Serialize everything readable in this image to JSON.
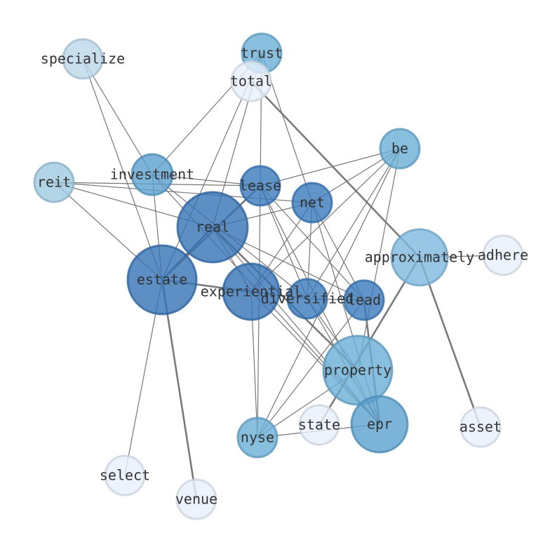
{
  "graph": {
    "nodes": [
      {
        "id": "specialize",
        "label": "specialize",
        "color": "#bcd7ea",
        "opacity": 0.8
      },
      {
        "id": "trust",
        "label": "trust",
        "color": "#6aaed6",
        "opacity": 0.8
      },
      {
        "id": "total",
        "label": "total",
        "color": "#e8f0fb",
        "opacity": 0.8
      },
      {
        "id": "be",
        "label": "be",
        "color": "#6aaed6",
        "opacity": 0.8
      },
      {
        "id": "reit",
        "label": "reit",
        "color": "#9ecae1",
        "opacity": 0.8
      },
      {
        "id": "investment",
        "label": "investment",
        "color": "#5aa0d0",
        "opacity": 0.8
      },
      {
        "id": "lease",
        "label": "lease",
        "color": "#3a7bbd",
        "opacity": 0.8
      },
      {
        "id": "net",
        "label": "net",
        "color": "#3a7bbd",
        "opacity": 0.8
      },
      {
        "id": "real",
        "label": "real",
        "color": "#3572b5",
        "opacity": 0.8
      },
      {
        "id": "approximately",
        "label": "approximately",
        "color": "#7eb8df",
        "opacity": 0.8
      },
      {
        "id": "adhere",
        "label": "adhere",
        "color": "#e8f0fb",
        "opacity": 0.8
      },
      {
        "id": "estate",
        "label": "estate",
        "color": "#3572b5",
        "opacity": 0.8
      },
      {
        "id": "experiential",
        "label": "experiential",
        "color": "#3572b5",
        "opacity": 0.8
      },
      {
        "id": "diversified",
        "label": "diversified",
        "color": "#3a7bbd",
        "opacity": 0.8
      },
      {
        "id": "lead",
        "label": "lead",
        "color": "#3a7bbd",
        "opacity": 0.8
      },
      {
        "id": "property",
        "label": "property",
        "color": "#6aaed6",
        "opacity": 0.8
      },
      {
        "id": "state",
        "label": "state",
        "color": "#e8f0fb",
        "opacity": 0.8
      },
      {
        "id": "epr",
        "label": "epr",
        "color": "#5aa0d0",
        "opacity": 0.8
      },
      {
        "id": "asset",
        "label": "asset",
        "color": "#e8f0fb",
        "opacity": 0.8
      },
      {
        "id": "nyse",
        "label": "nyse",
        "color": "#6aaed6",
        "opacity": 0.8
      },
      {
        "id": "select",
        "label": "select",
        "color": "#e8f0fb",
        "opacity": 0.8
      },
      {
        "id": "venue",
        "label": "venue",
        "color": "#e8f0fb",
        "opacity": 0.8
      }
    ],
    "edges": [
      {
        "source": "specialize",
        "target": "investment",
        "weight": 1
      },
      {
        "source": "specialize",
        "target": "estate",
        "weight": 1
      },
      {
        "source": "trust",
        "target": "investment",
        "weight": 1
      },
      {
        "source": "trust",
        "target": "real",
        "weight": 1
      },
      {
        "source": "trust",
        "target": "lease",
        "weight": 1
      },
      {
        "source": "trust",
        "target": "net",
        "weight": 1
      },
      {
        "source": "trust",
        "target": "estate",
        "weight": 1
      },
      {
        "source": "total",
        "target": "approximately",
        "weight": 2
      },
      {
        "source": "be",
        "target": "lease",
        "weight": 1
      },
      {
        "source": "be",
        "target": "net",
        "weight": 1
      },
      {
        "source": "be",
        "target": "diversified",
        "weight": 1
      },
      {
        "source": "be",
        "target": "experiential",
        "weight": 1
      },
      {
        "source": "be",
        "target": "property",
        "weight": 1
      },
      {
        "source": "be",
        "target": "nyse",
        "weight": 1
      },
      {
        "source": "reit",
        "target": "lease",
        "weight": 1
      },
      {
        "source": "reit",
        "target": "net",
        "weight": 1
      },
      {
        "source": "reit",
        "target": "real",
        "weight": 1
      },
      {
        "source": "reit",
        "target": "estate",
        "weight": 1
      },
      {
        "source": "investment",
        "target": "lease",
        "weight": 1
      },
      {
        "source": "investment",
        "target": "estate",
        "weight": 1
      },
      {
        "source": "investment",
        "target": "diversified",
        "weight": 1
      },
      {
        "source": "investment",
        "target": "epr",
        "weight": 1
      },
      {
        "source": "lease",
        "target": "lead",
        "weight": 1
      },
      {
        "source": "lease",
        "target": "diversified",
        "weight": 1
      },
      {
        "source": "lease",
        "target": "estate",
        "weight": 2
      },
      {
        "source": "lease",
        "target": "epr",
        "weight": 1
      },
      {
        "source": "lease",
        "target": "nyse",
        "weight": 1
      },
      {
        "source": "net",
        "target": "real",
        "weight": 1
      },
      {
        "source": "net",
        "target": "experiential",
        "weight": 1
      },
      {
        "source": "net",
        "target": "lead",
        "weight": 1
      },
      {
        "source": "net",
        "target": "epr",
        "weight": 1
      },
      {
        "source": "net",
        "target": "diversified",
        "weight": 1
      },
      {
        "source": "real",
        "target": "estate",
        "weight": 2
      },
      {
        "source": "real",
        "target": "property",
        "weight": 2
      },
      {
        "source": "real",
        "target": "lead",
        "weight": 1
      },
      {
        "source": "real",
        "target": "epr",
        "weight": 1
      },
      {
        "source": "real",
        "target": "experiential",
        "weight": 1
      },
      {
        "source": "approximately",
        "target": "adhere",
        "weight": 1
      },
      {
        "source": "approximately",
        "target": "asset",
        "weight": 2
      },
      {
        "source": "approximately",
        "target": "state",
        "weight": 2
      },
      {
        "source": "estate",
        "target": "experiential",
        "weight": 2
      },
      {
        "source": "estate",
        "target": "diversified",
        "weight": 1
      },
      {
        "source": "estate",
        "target": "venue",
        "weight": 2
      },
      {
        "source": "estate",
        "target": "select",
        "weight": 1
      },
      {
        "source": "experiential",
        "target": "epr",
        "weight": 1
      },
      {
        "source": "experiential",
        "target": "nyse",
        "weight": 1
      },
      {
        "source": "diversified",
        "target": "lead",
        "weight": 1
      },
      {
        "source": "diversified",
        "target": "property",
        "weight": 1
      },
      {
        "source": "diversified",
        "target": "epr",
        "weight": 1
      },
      {
        "source": "lead",
        "target": "epr",
        "weight": 2
      },
      {
        "source": "lead",
        "target": "nyse",
        "weight": 1
      },
      {
        "source": "epr",
        "target": "nyse",
        "weight": 1
      },
      {
        "source": "property",
        "target": "nyse",
        "weight": 1
      }
    ]
  }
}
